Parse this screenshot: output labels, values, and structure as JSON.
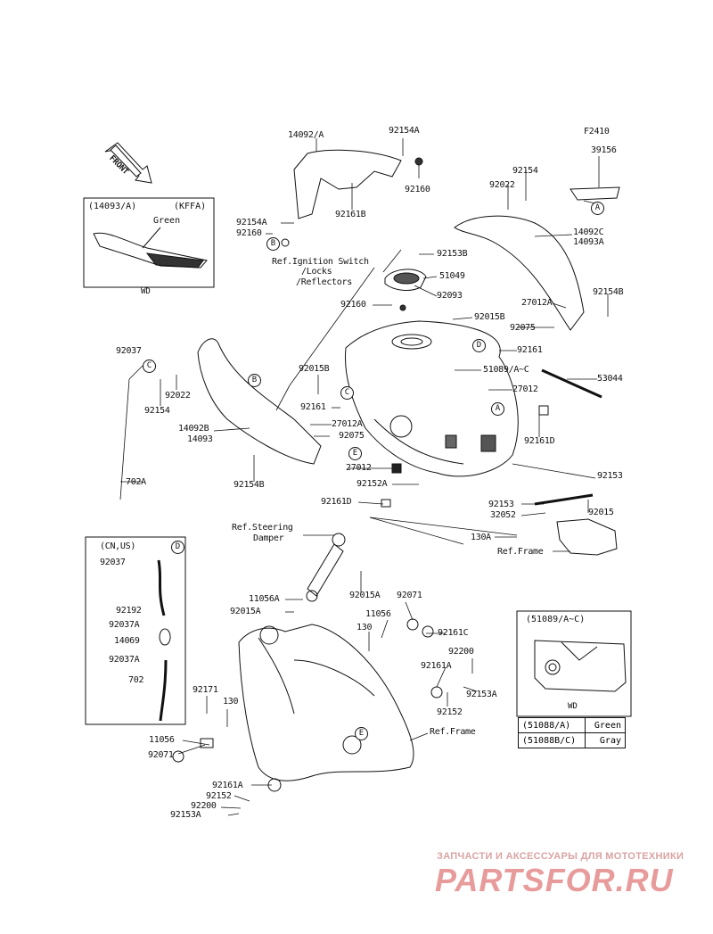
{
  "page_code": "F2410",
  "front_arrow": "FRONT",
  "labels": [
    {
      "id": "14092A",
      "text": "14092/A"
    },
    {
      "id": "92154A_top",
      "text": "92154A"
    },
    {
      "id": "92160_top",
      "text": "92160"
    },
    {
      "id": "92161B",
      "text": "92161B"
    },
    {
      "id": "92154A_l",
      "text": "92154A"
    },
    {
      "id": "92160_l",
      "text": "92160"
    },
    {
      "id": "ref_ign",
      "text": "Ref.Ignition Switch"
    },
    {
      "id": "ref_locks",
      "text": "/Locks"
    },
    {
      "id": "ref_refl",
      "text": "/Reflectors"
    },
    {
      "id": "92153B",
      "text": "92153B"
    },
    {
      "id": "51049",
      "text": "51049"
    },
    {
      "id": "92093",
      "text": "92093"
    },
    {
      "id": "92160_c",
      "text": "92160"
    },
    {
      "id": "92015B_r",
      "text": "92015B"
    },
    {
      "id": "92154_top",
      "text": "92154"
    },
    {
      "id": "92022_top",
      "text": "92022"
    },
    {
      "id": "39156",
      "text": "39156"
    },
    {
      "id": "14092C",
      "text": "14092C"
    },
    {
      "id": "14093A",
      "text": "14093A"
    },
    {
      "id": "27012A_r",
      "text": "27012A"
    },
    {
      "id": "92154B_r",
      "text": "92154B"
    },
    {
      "id": "92075_r",
      "text": "92075"
    },
    {
      "id": "92161_r",
      "text": "92161"
    },
    {
      "id": "51089",
      "text": "51089/A~C"
    },
    {
      "id": "53044",
      "text": "53044"
    },
    {
      "id": "27012_r",
      "text": "27012"
    },
    {
      "id": "92161D_r",
      "text": "92161D"
    },
    {
      "id": "92037_l",
      "text": "92037"
    },
    {
      "id": "92022_l",
      "text": "92022"
    },
    {
      "id": "92154_l",
      "text": "92154"
    },
    {
      "id": "92015B_c",
      "text": "92015B"
    },
    {
      "id": "92161_c",
      "text": "92161"
    },
    {
      "id": "27012A_c",
      "text": "27012A"
    },
    {
      "id": "92075_c",
      "text": "92075"
    },
    {
      "id": "14092B",
      "text": "14092B"
    },
    {
      "id": "14093",
      "text": "14093"
    },
    {
      "id": "27012_c",
      "text": "27012"
    },
    {
      "id": "92154B_l",
      "text": "92154B"
    },
    {
      "id": "92152A",
      "text": "92152A"
    },
    {
      "id": "702A",
      "text": "702A"
    },
    {
      "id": "92161D_c",
      "text": "92161D"
    },
    {
      "id": "92153_r",
      "text": "92153"
    },
    {
      "id": "92153_c",
      "text": "92153"
    },
    {
      "id": "32052",
      "text": "32052"
    },
    {
      "id": "92015",
      "text": "92015"
    },
    {
      "id": "130A",
      "text": "130A"
    },
    {
      "id": "ref_frame_r",
      "text": "Ref.Frame"
    },
    {
      "id": "ref_steer",
      "text": "Ref.Steering"
    },
    {
      "id": "damper",
      "text": "Damper"
    },
    {
      "id": "cnus",
      "text": "(CN,US)"
    },
    {
      "id": "92037_cn",
      "text": "92037"
    },
    {
      "id": "92192",
      "text": "92192"
    },
    {
      "id": "92037A_a",
      "text": "92037A"
    },
    {
      "id": "14069",
      "text": "14069"
    },
    {
      "id": "92037A_b",
      "text": "92037A"
    },
    {
      "id": "702",
      "text": "702"
    },
    {
      "id": "11056A",
      "text": "11056A"
    },
    {
      "id": "92015A_l",
      "text": "92015A"
    },
    {
      "id": "92015A_c",
      "text": "92015A"
    },
    {
      "id": "92071_t",
      "text": "92071"
    },
    {
      "id": "11056_t",
      "text": "11056"
    },
    {
      "id": "130_t",
      "text": "130"
    },
    {
      "id": "92161C",
      "text": "92161C"
    },
    {
      "id": "92200_t",
      "text": "92200"
    },
    {
      "id": "92161A_t",
      "text": "92161A"
    },
    {
      "id": "92153A_t",
      "text": "92153A"
    },
    {
      "id": "92152_t",
      "text": "92152"
    },
    {
      "id": "92171",
      "text": "92171"
    },
    {
      "id": "130_b",
      "text": "130"
    },
    {
      "id": "11056_b",
      "text": "11056"
    },
    {
      "id": "92071_b",
      "text": "92071"
    },
    {
      "id": "ref_frame_b",
      "text": "Ref.Frame"
    },
    {
      "id": "92161A_b",
      "text": "92161A"
    },
    {
      "id": "92152_b",
      "text": "92152"
    },
    {
      "id": "92200_b",
      "text": "92200"
    },
    {
      "id": "92153A_b",
      "text": "92153A"
    }
  ],
  "callouts": [
    "A",
    "B",
    "C",
    "D",
    "E"
  ],
  "inset_kffa": {
    "title": "(14093/A)",
    "variant": "(KFFA)",
    "color": "Green",
    "footer": "WD"
  },
  "inset_51089": {
    "title": "(51089/A~C)",
    "footer": "WD",
    "rows": [
      {
        "part": "(51088/A)",
        "color": "Green"
      },
      {
        "part": "(51088B/C)",
        "color": "Gray"
      }
    ]
  },
  "watermark": {
    "tagline": "ЗАПЧАСТИ И АКСЕССУАРЫ ДЛЯ МОТОТЕХНИКИ",
    "brand": "PARTSFOR.RU"
  }
}
